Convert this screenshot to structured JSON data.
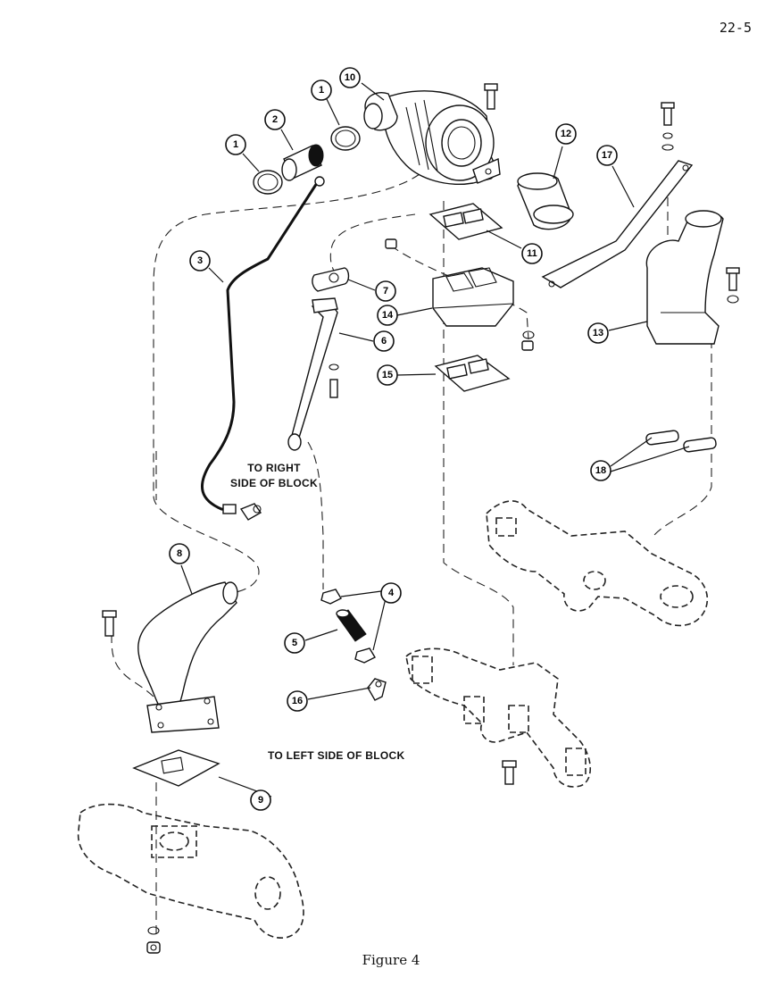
{
  "page_number": "22-5",
  "caption": "Figure 4",
  "notes": {
    "right_side_line1": "TO RIGHT",
    "right_side_line2": "SIDE OF BLOCK",
    "left_side": "TO LEFT SIDE OF BLOCK"
  },
  "callouts": {
    "c1a": "1",
    "c1b": "1",
    "c2": "2",
    "c3": "3",
    "c4": "4",
    "c5": "5",
    "c6": "6",
    "c7": "7",
    "c8": "8",
    "c9": "9",
    "c10": "10",
    "c11": "11",
    "c12": "12",
    "c13": "13",
    "c14": "14",
    "c15": "15",
    "c16": "16",
    "c17": "17",
    "c18": "18"
  }
}
